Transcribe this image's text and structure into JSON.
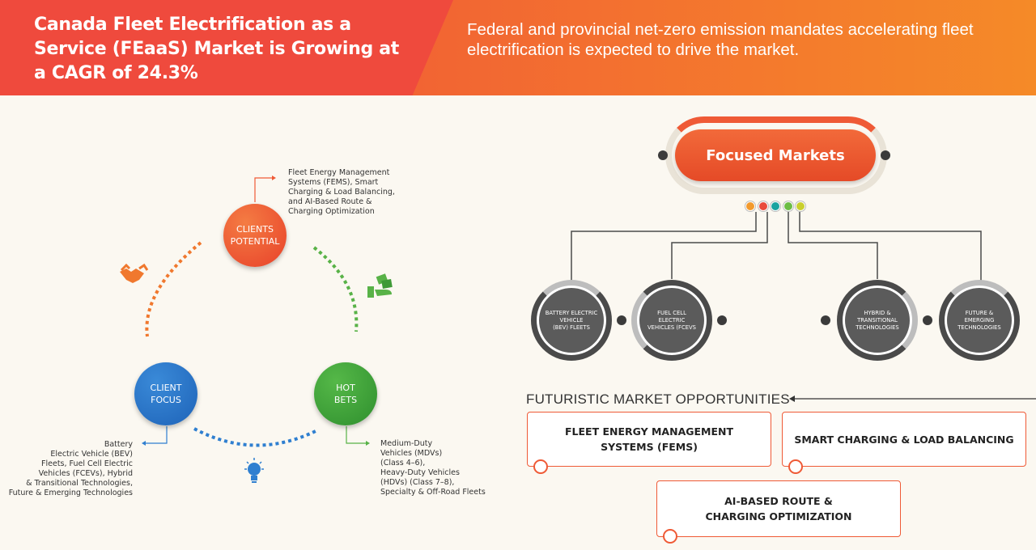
{
  "header": {
    "title": "Canada Fleet Electrification as a Service (FEaaS) Market is Growing at a CAGR of 24.3%",
    "subtitle": "Federal and provincial net-zero emission mandates accelerating fleet electrification is expected to drive the market."
  },
  "cycle": {
    "clients_potential": "CLIENTS\nPOTENTIAL",
    "client_focus": "CLIENT\nFOCUS",
    "hot_bets": "HOT\nBETS",
    "clients_potential_note": "Fleet Energy Management\nSystems (FEMS), Smart\nCharging & Load Balancing,\nand AI-Based Route &\nCharging Optimization",
    "client_focus_note": "Battery\nElectric Vehicle (BEV)\nFleets, Fuel Cell Electric\nVehicles (FCEVs), Hybrid\n& Transitional Technologies,\nFuture & Emerging Technologies",
    "hot_bets_note": "Medium-Duty\nVehicles (MDVs)\n(Class 4–6),\nHeavy-Duty Vehicles\n(HDVs) (Class 7–8),\nSpecialty & Off-Road Fleets",
    "icons": [
      "handshake-icon",
      "money-hand-icon",
      "lightbulb-icon"
    ]
  },
  "focused_markets": {
    "title": "Focused Markets",
    "dot_colors": [
      "#f29a2e",
      "#e94b3c",
      "#1aa3a0",
      "#6cbd45",
      "#c9cf2e"
    ],
    "markets": [
      "BATTERY ELECTRIC\nVEHICLE\n(BEV) FLEETS",
      "FUEL CELL\nELECTRIC\nVEHICLES (FCEVS",
      "HYBRID &\nTRANSITIONAL\nTECHNOLOGIES",
      "FUTURE &\nEMERGING\nTECHNOLOGIES"
    ]
  },
  "opportunities": {
    "title": "FUTURISTIC MARKET OPPORTUNITIES",
    "items": [
      "FLEET ENERGY MANAGEMENT\nSYSTEMS (FEMS)",
      "SMART CHARGING & LOAD BALANCING",
      "AI-BASED ROUTE &\nCHARGING OPTIMIZATION"
    ]
  }
}
